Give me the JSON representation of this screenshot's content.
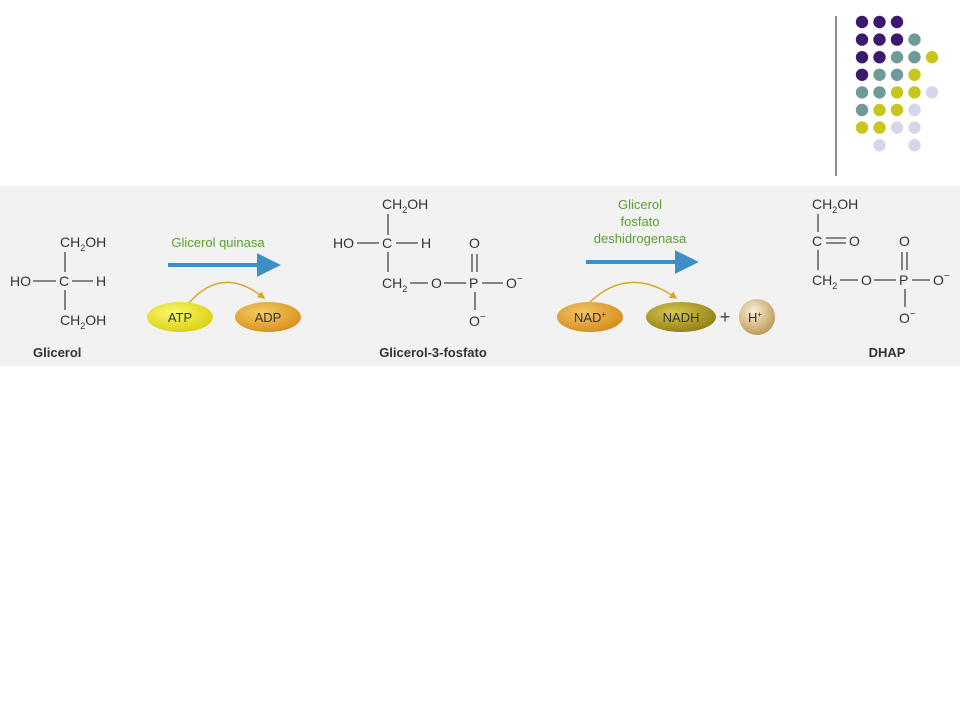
{
  "slide": {
    "background": "#ffffff",
    "band_background": "#f2f2f2"
  },
  "decoration": {
    "dot_colors": [
      "#3b1a6e",
      "#6e9a98",
      "#c6c61e",
      "#d6d6ea"
    ],
    "rows": [
      [
        0,
        0,
        0,
        -1,
        -1
      ],
      [
        0,
        0,
        0,
        1,
        -1
      ],
      [
        0,
        0,
        1,
        1,
        2
      ],
      [
        0,
        1,
        1,
        2,
        -1
      ],
      [
        1,
        1,
        2,
        2,
        3
      ],
      [
        1,
        2,
        2,
        3,
        -1
      ],
      [
        2,
        2,
        3,
        3,
        -1
      ],
      [
        -1,
        3,
        -1,
        3,
        -1
      ]
    ]
  },
  "reaction": {
    "glicerol": {
      "top": "CH",
      "top_sub": "2",
      "top_end": "OH",
      "left": "HO",
      "center": "C",
      "right": "H",
      "bottom": "CH",
      "bottom_sub": "2",
      "bottom_end": "OH",
      "name": "Glicerol"
    },
    "step1": {
      "enzyme": "Glicerol quinasa",
      "cofactor_in": "ATP",
      "cofactor_out": "ADP"
    },
    "g3p": {
      "top": "CH",
      "top_sub": "2",
      "top_end": "OH",
      "left": "HO",
      "center": "C",
      "right": "H",
      "bottom": "CH",
      "bottom_sub": "2",
      "o_link": "O",
      "p": "P",
      "p_top": "O",
      "p_right": "O",
      "p_bottom": "O",
      "minus": "−",
      "name": "Glicerol-3-fosfato"
    },
    "step2": {
      "enzyme_line1": "Glicerol",
      "enzyme_line2": "fosfato",
      "enzyme_line3": "deshidrogenasa",
      "cofactor_in": "NAD",
      "cofactor_in_sup": "+",
      "cofactor_out": "NADH",
      "plus": "+",
      "proton": "H",
      "proton_sup": "+"
    },
    "dhap": {
      "top": "CH",
      "top_sub": "2",
      "top_end": "OH",
      "center": "C",
      "keto": "O",
      "bottom": "CH",
      "bottom_sub": "2",
      "o_link": "O",
      "p": "P",
      "p_top": "O",
      "p_right": "O",
      "p_bottom": "O",
      "minus": "−",
      "name": "DHAP"
    },
    "colors": {
      "enzyme_text": "#5aa02c",
      "arrow": "#3d8fc6",
      "curve": "#d9a62a",
      "atp": "#e9e21a",
      "adp": "#e8a92a",
      "nad": "#e6a42a",
      "nadh": "#b8a020",
      "proton": "#d9b86a",
      "bond": "#444444"
    }
  }
}
